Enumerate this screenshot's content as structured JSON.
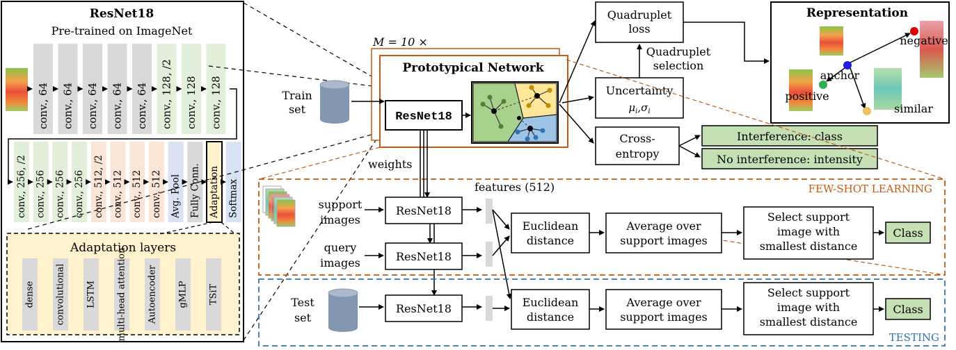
{
  "resnet_panel": {
    "title": "ResNet18",
    "subtitle": "Pre-trained on ImageNet",
    "row1_layers": [
      "conv., 64",
      "conv., 64",
      "conv., 64",
      "conv., 64",
      "conv., 64",
      "conv., 128, /2",
      "conv., 128",
      "conv., 128"
    ],
    "row2_layers": [
      "conv., 256, /2",
      "conv., 256",
      "conv., 256",
      "conv., 256",
      "conv., 512, /2",
      "conv., 512",
      "conv., 512",
      "conv., 512",
      "Avg. Pool",
      "Fully Conn.",
      "Adaptation",
      "Softmax"
    ],
    "adaptation_title": "Adaptation layers",
    "adaptation_layers": [
      "dense",
      "convolutional",
      "LSTM",
      "multi-head attention",
      "Autoencoder",
      "gMLP",
      "TSiT"
    ]
  },
  "train": {
    "multiplier": "M = 10 ×",
    "network_title": "Prototypical Network",
    "train_set": "Train set",
    "resnet": "ResNet18",
    "weights": "weights",
    "quadruplet_loss": "Quadruplet loss",
    "quadruplet_selection": "Quadruplet selection",
    "uncertainty": "Uncertainty",
    "uncertainty_params": "μi,σi",
    "cross_entropy": "Cross-entropy",
    "interference_class": "Interference: class",
    "no_interference": "No interference: intensity"
  },
  "representation": {
    "title": "Representation",
    "anchor": "anchor",
    "negative": "negative",
    "positive": "positive",
    "similar": "similar"
  },
  "fsl": {
    "section_label": "FEW-SHOT LEARNING",
    "features": "features (512)",
    "support_images": "support images",
    "query_images": "query images",
    "resnet": "ResNet18",
    "euclidean": "Euclidean distance",
    "average": "Average over support images",
    "select": "Select support image with smallest distance",
    "class": "Class"
  },
  "testing": {
    "section_label": "TESTING",
    "test_set": "Test set",
    "resnet": "ResNet18",
    "euclidean": "Euclidean distance",
    "average": "Average over support images",
    "select": "Select support image with smallest distance",
    "class": "Class"
  },
  "colors": {
    "gray_layer": "#d9d9d9",
    "green_layer": "#e2efda",
    "salmon_layer": "#fbe5d6",
    "blue_layer": "#dae3f3",
    "adaptation_fill": "#fff2cc",
    "orange": "#c55a11",
    "blue_dash": "#2e75b6",
    "class_green": "#c5e0b4",
    "cylinder": "#8497b0"
  }
}
